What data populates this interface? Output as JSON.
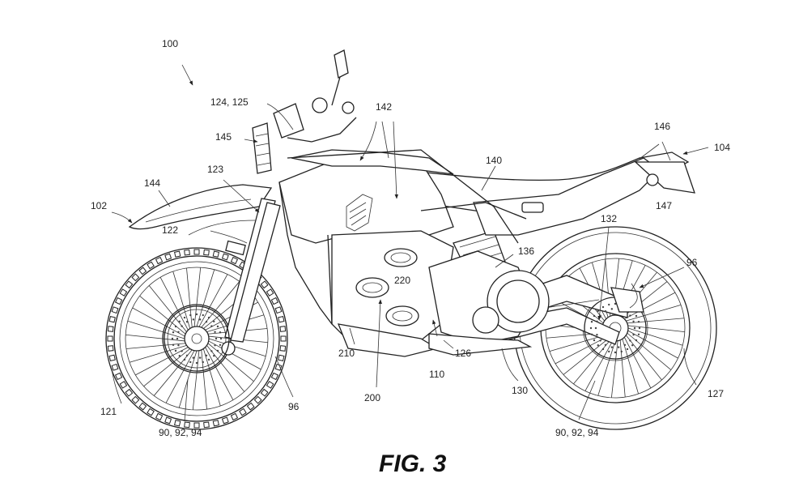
{
  "figure": {
    "caption": "FIG. 3",
    "labels": {
      "l100": "100",
      "l124_125": "124, 125",
      "l142": "142",
      "l145": "145",
      "l146": "146",
      "l104": "104",
      "l140": "140",
      "l123": "123",
      "l144": "144",
      "l147": "147",
      "l102": "102",
      "l122": "122",
      "l132": "132",
      "l96a": "96",
      "l136": "136",
      "l220": "220",
      "l210": "210",
      "l110": "110",
      "l126": "126",
      "l130": "130",
      "l200": "200",
      "l127": "127",
      "l96b": "96",
      "l121": "121",
      "l90a": "90, 92, 94",
      "l90b": "90, 92, 94"
    }
  }
}
